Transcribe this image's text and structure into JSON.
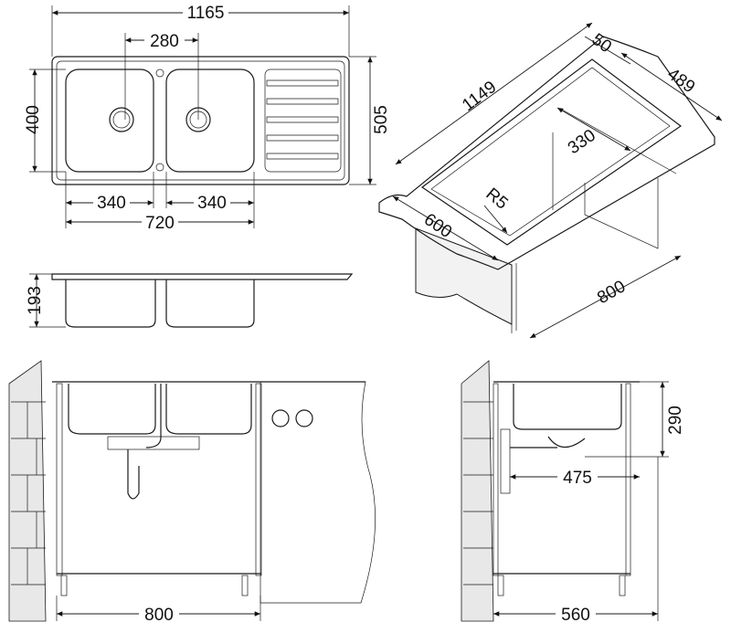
{
  "top_view": {
    "overall_length": "1165",
    "drain_spacing": "280",
    "bowl_depth": "400",
    "overall_width": "505",
    "bowl_left_width": "340",
    "bowl_right_width": "340",
    "bowls_total": "720"
  },
  "side_view": {
    "depth": "193"
  },
  "iso_view": {
    "flange": "50",
    "cutout_width": "489",
    "cutout_length": "1149",
    "offset": "330",
    "radius": "R5",
    "counter_depth": "600",
    "cabinet_width": "800"
  },
  "front_install": {
    "cabinet_width": "800"
  },
  "side_install": {
    "height": "290",
    "drain_offset": "475",
    "cabinet_depth": "560"
  }
}
